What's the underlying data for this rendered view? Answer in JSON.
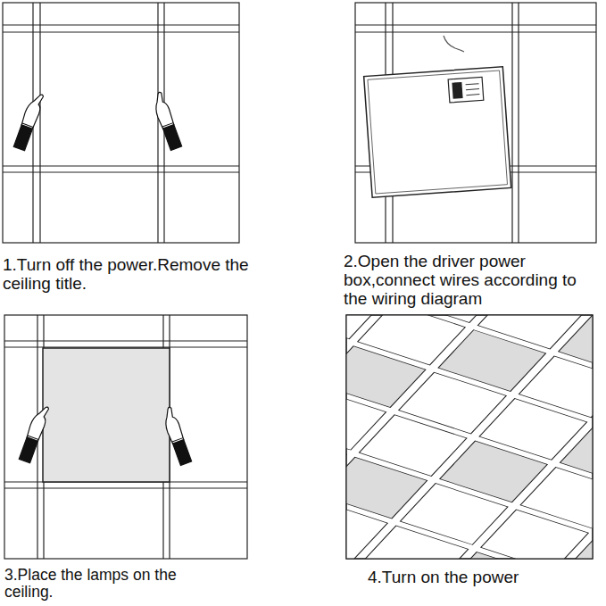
{
  "diagram": {
    "labels": [
      "1.Turn off the power.Remove the ceiling title.",
      "2.Open the driver power box,connect wires according to the wiring diagram",
      "3.Place the lamps on the ceiling.",
      "4.Turn on the power"
    ]
  }
}
